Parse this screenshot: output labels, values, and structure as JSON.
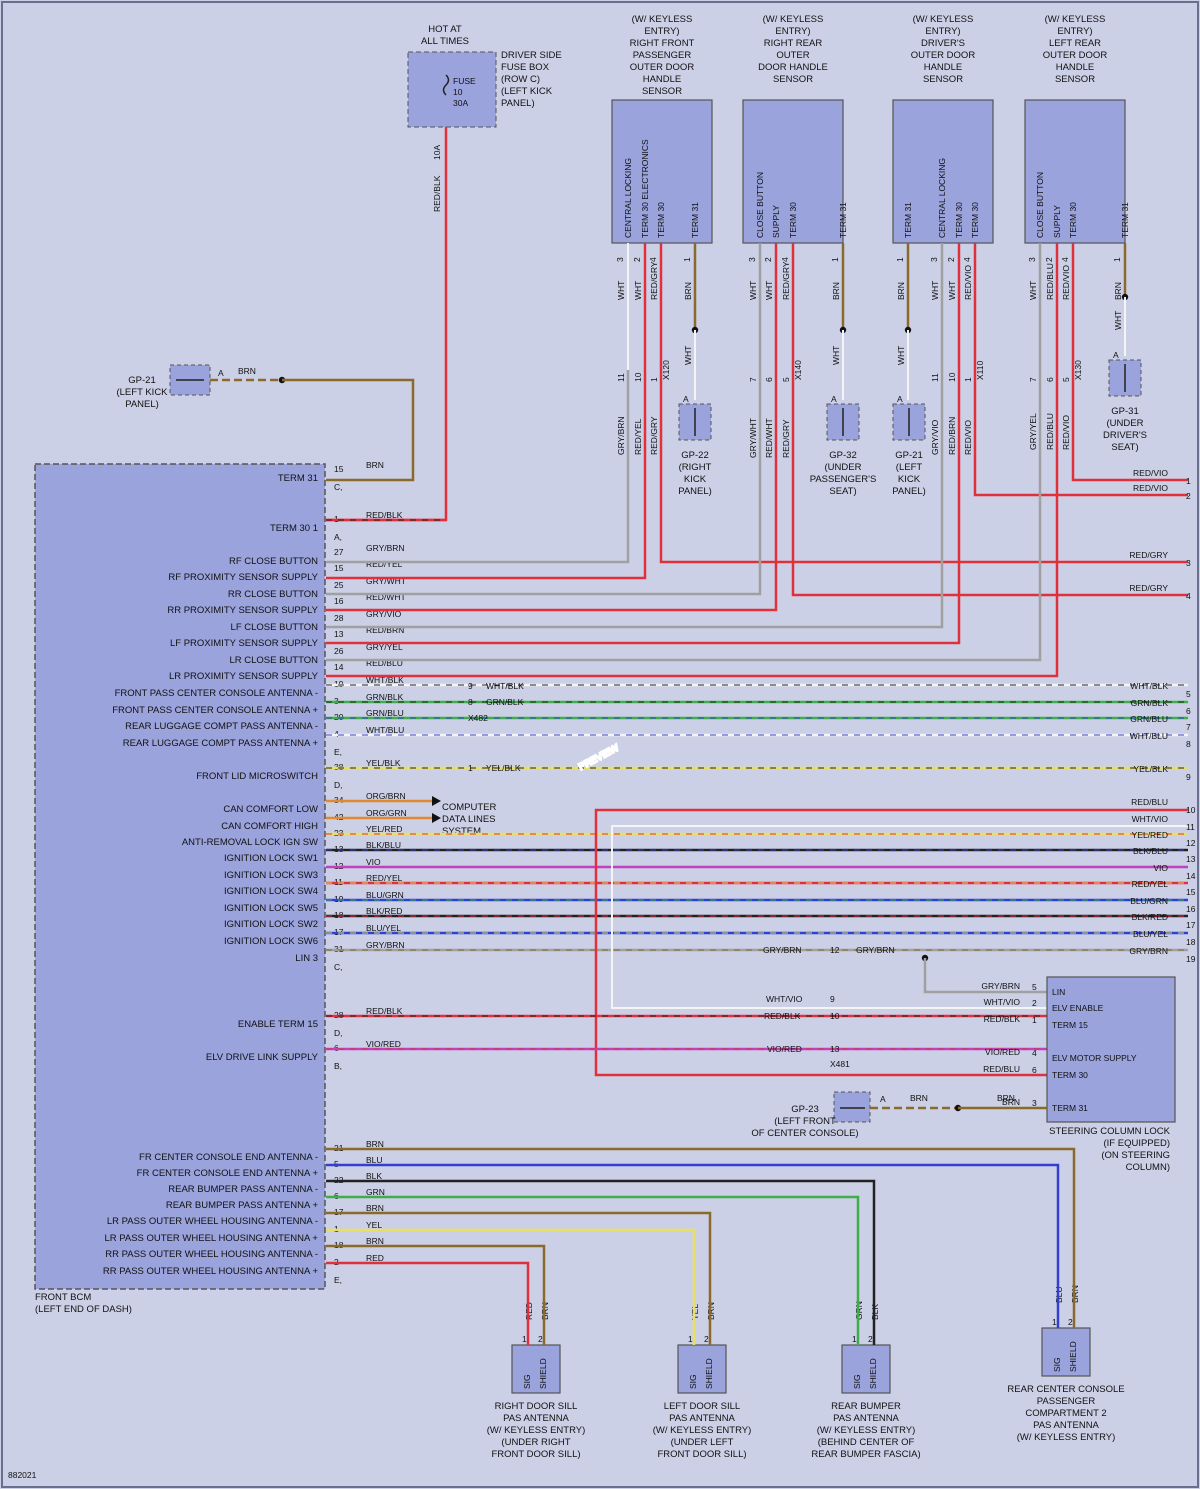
{
  "fuse": {
    "title": [
      "HOT AT",
      "ALL TIMES"
    ],
    "box_label": [
      "DRIVER SIDE",
      "FUSE BOX",
      "(ROW C)",
      "(LEFT KICK",
      "PANEL)"
    ],
    "fuse_text": [
      "FUSE",
      "10",
      "30A"
    ],
    "rating": "10A",
    "wire": "RED/BLK"
  },
  "sensors": [
    {
      "title": [
        "(W/ KEYLESS",
        "ENTRY)",
        "RIGHT FRONT",
        "PASSENGER",
        "OUTER DOOR",
        "HANDLE",
        "SENSOR"
      ],
      "pins": [
        "CENTRAL LOCKING",
        "TERM 30 ELECTRONICS",
        "TERM 30",
        "TERM 31"
      ],
      "pin_nums": [
        "3",
        "2",
        "4",
        "1"
      ],
      "wires": [
        "WHT",
        "WHT",
        "RED/GRY",
        "BRN"
      ],
      "conn_nums": [
        "11",
        "10",
        "1"
      ],
      "conn": "X120",
      "lower_wires": [
        "GRY/BRN",
        "RED/YEL",
        "RED/GRY"
      ],
      "ground_wire": "WHT",
      "ground": [
        "GP-22",
        "(RIGHT",
        "KICK",
        "PANEL)"
      ]
    },
    {
      "title": [
        "(W/ KEYLESS",
        "ENTRY)",
        "RIGHT REAR",
        "OUTER",
        "DOOR HANDLE",
        "SENSOR"
      ],
      "pins": [
        "CLOSE BUTTON",
        "SUPPLY",
        "TERM 30",
        "TERM 31"
      ],
      "pin_nums": [
        "3",
        "2",
        "4",
        "1"
      ],
      "wires": [
        "WHT",
        "WHT",
        "RED/GRY",
        "BRN"
      ],
      "conn_nums": [
        "7",
        "6",
        "5"
      ],
      "conn": "X140",
      "lower_wires": [
        "GRY/WHT",
        "RED/WHT",
        "RED/GRY"
      ],
      "ground_wire": "WHT",
      "ground": [
        "GP-32",
        "(UNDER",
        "PASSENGER'S",
        "SEAT)"
      ]
    },
    {
      "title": [
        "(W/ KEYLESS",
        "ENTRY)",
        "DRIVER'S",
        "OUTER DOOR",
        "HANDLE",
        "SENSOR"
      ],
      "pins": [
        "TERM 31",
        "CENTRAL LOCKING",
        "TERM 30",
        "TERM 30"
      ],
      "pin_nums": [
        "1",
        "3",
        "2",
        "4"
      ],
      "wires": [
        "BRN",
        "WHT",
        "WHT",
        "RED/VIO"
      ],
      "conn_nums": [
        "11",
        "10",
        "1"
      ],
      "conn": "X110",
      "lower_wires": [
        "GRY/VIO",
        "RED/BRN",
        "RED/VIO"
      ],
      "ground_wire": "WHT",
      "ground": [
        "GP-21",
        "(LEFT",
        "KICK",
        "PANEL)"
      ]
    },
    {
      "title": [
        "(W/ KEYLESS",
        "ENTRY)",
        "LEFT REAR",
        "OUTER DOOR",
        "HANDLE",
        "SENSOR"
      ],
      "pins": [
        "CLOSE BUTTON",
        "SUPPLY",
        "TERM 30",
        "TERM 31"
      ],
      "pin_nums": [
        "3",
        "2",
        "4",
        "1"
      ],
      "wires": [
        "WHT",
        "RED/BLU",
        "RED/VIO",
        "BRN"
      ],
      "conn_nums": [
        "7",
        "6",
        "5"
      ],
      "conn": "X130",
      "lower_wires": [
        "GRY/YEL",
        "RED/BLU",
        "RED/VIO"
      ],
      "ground_wire": "WHT",
      "ground": [
        "GP-31",
        "(UNDER",
        "DRIVER'S",
        "SEAT)"
      ]
    }
  ],
  "gp21_top": {
    "label": [
      "GP-21",
      "(LEFT KICK",
      "PANEL)"
    ],
    "pin": "A",
    "wire": "BRN"
  },
  "bcm": {
    "label": [
      "FRONT BCM",
      "(LEFT END OF DASH)"
    ],
    "rows": [
      {
        "name": "TERM 31",
        "pin": "15",
        "wire": "BRN",
        "conn": "C"
      },
      {
        "name": "TERM 30 1",
        "pin": "1",
        "wire": "RED/BLK",
        "conn": "A"
      },
      {
        "name": "RF CLOSE BUTTON",
        "pin": "27",
        "wire": "GRY/BRN"
      },
      {
        "name": "RF PROXIMITY SENSOR SUPPLY",
        "pin": "15",
        "wire": "RED/YEL"
      },
      {
        "name": "RR CLOSE BUTTON",
        "pin": "25",
        "wire": "GRY/WHT"
      },
      {
        "name": "RR PROXIMITY SENSOR SUPPLY",
        "pin": "16",
        "wire": "RED/WHT"
      },
      {
        "name": "LF CLOSE BUTTON",
        "pin": "28",
        "wire": "GRY/VIO"
      },
      {
        "name": "LF PROXIMITY SENSOR SUPPLY",
        "pin": "13",
        "wire": "RED/BRN"
      },
      {
        "name": "LR CLOSE BUTTON",
        "pin": "26",
        "wire": "GRY/YEL"
      },
      {
        "name": "LR PROXIMITY SENSOR SUPPLY",
        "pin": "14",
        "wire": "RED/BLU"
      },
      {
        "name": "FRONT PASS CENTER CONSOLE ANTENNA -",
        "pin": "19",
        "wire": "WHT/BLK"
      },
      {
        "name": "FRONT PASS CENTER CONSOLE ANTENNA +",
        "pin": "3",
        "wire": "GRN/BLK"
      },
      {
        "name": "REAR LUGGAGE COMPT PASS ANTENNA -",
        "pin": "20",
        "wire": "GRN/BLU"
      },
      {
        "name": "REAR LUGGAGE COMPT PASS ANTENNA +",
        "pin": "4",
        "wire": "WHT/BLU",
        "conn": "E"
      },
      {
        "name": "FRONT LID MICROSWITCH",
        "pin": "38",
        "wire": "YEL/BLK",
        "conn": "D"
      },
      {
        "name": "CAN COMFORT LOW",
        "pin": "34",
        "wire": "ORG/BRN"
      },
      {
        "name": "CAN COMFORT HIGH",
        "pin": "42",
        "wire": "ORG/GRN"
      },
      {
        "name": "ANTI-REMOVAL LOCK IGN SW",
        "pin": "23",
        "wire": "YEL/RED"
      },
      {
        "name": "IGNITION LOCK SW1",
        "pin": "13",
        "wire": "BLK/BLU"
      },
      {
        "name": "IGNITION LOCK SW3",
        "pin": "12",
        "wire": "VIO"
      },
      {
        "name": "IGNITION LOCK SW4",
        "pin": "11",
        "wire": "RED/YEL"
      },
      {
        "name": "IGNITION LOCK SW5",
        "pin": "19",
        "wire": "BLU/GRN"
      },
      {
        "name": "IGNITION LOCK SW2",
        "pin": "18",
        "wire": "BLK/RED"
      },
      {
        "name": "IGNITION LOCK SW6",
        "pin": "17",
        "wire": "BLU/YEL"
      },
      {
        "name": "LIN 3",
        "pin": "31",
        "wire": "GRY/BRN",
        "conn": "C"
      },
      {
        "name": "ENABLE TERM 15",
        "pin": "28",
        "wire": "RED/BLK",
        "conn": "D"
      },
      {
        "name": "ELV DRIVE LINK SUPPLY",
        "pin": "6",
        "wire": "VIO/RED",
        "conn": "B"
      },
      {
        "name": "FR CENTER CONSOLE END ANTENNA -",
        "pin": "21",
        "wire": "BRN"
      },
      {
        "name": "FR CENTER CONSOLE END ANTENNA +",
        "pin": "5",
        "wire": "BLU"
      },
      {
        "name": "REAR BUMPER PASS ANTENNA -",
        "pin": "22",
        "wire": "BLK"
      },
      {
        "name": "REAR BUMPER PASS ANTENNA +",
        "pin": "6",
        "wire": "GRN"
      },
      {
        "name": "LR PASS OUTER WHEEL HOUSING ANTENNA -",
        "pin": "17",
        "wire": "BRN"
      },
      {
        "name": "LR PASS OUTER WHEEL HOUSING ANTENNA +",
        "pin": "1",
        "wire": "YEL"
      },
      {
        "name": "RR PASS OUTER WHEEL HOUSING ANTENNA -",
        "pin": "18",
        "wire": "BRN"
      },
      {
        "name": "RR PASS OUTER WHEEL HOUSING ANTENNA +",
        "pin": "2",
        "wire": "RED",
        "conn": "E"
      }
    ]
  },
  "x482": {
    "pins": [
      "9",
      "8"
    ],
    "wires": [
      "WHT/BLK",
      "GRN/BLK"
    ],
    "label": "X482"
  },
  "front_lid": {
    "pin": "1",
    "wire": "YEL/BLK"
  },
  "can": [
    "COMPUTER",
    "DATA LINES",
    "SYSTEM"
  ],
  "right_edge": [
    {
      "num": "1",
      "wire": "RED/VIO"
    },
    {
      "num": "2",
      "wire": "RED/VIO"
    },
    {
      "num": "3",
      "wire": "RED/GRY"
    },
    {
      "num": "4",
      "wire": "RED/GRY"
    },
    {
      "num": "5",
      "wire": "WHT/BLK"
    },
    {
      "num": "6",
      "wire": "GRN/BLK"
    },
    {
      "num": "7",
      "wire": "GRN/BLU"
    },
    {
      "num": "8",
      "wire": "WHT/BLU"
    },
    {
      "num": "9",
      "wire": "YEL/BLK"
    },
    {
      "num": "10",
      "wire": "RED/BLU"
    },
    {
      "num": "11",
      "wire": "WHT/VIO"
    },
    {
      "num": "12",
      "wire": "YEL/RED"
    },
    {
      "num": "13",
      "wire": "BLK/BLU"
    },
    {
      "num": "14",
      "wire": "VIO"
    },
    {
      "num": "15",
      "wire": "RED/YEL"
    },
    {
      "num": "16",
      "wire": "BLU/GRN"
    },
    {
      "num": "17",
      "wire": "BLK/RED"
    },
    {
      "num": "18",
      "wire": "BLU/YEL"
    },
    {
      "num": "19",
      "wire": "GRY/BRN"
    }
  ],
  "x481": {
    "label": "X481",
    "pins": [
      "12",
      "9",
      "10",
      "13"
    ],
    "left_wires": [
      "GRY/BRN",
      "WHT/VIO",
      "RED/BLK",
      "VIO/RED"
    ],
    "right_wire": "GRY/BRN"
  },
  "steering_lock": {
    "pins": [
      "LIN",
      "ELV ENABLE",
      "TERM 15",
      "ELV MOTOR SUPPLY",
      "TERM 30",
      "TERM 31"
    ],
    "pin_nums": [
      "5",
      "2",
      "1",
      "4",
      "6",
      "3"
    ],
    "wires": [
      "GRY/BRN",
      "WHT/VIO",
      "RED/BLK",
      "VIO/RED",
      "RED/BLU",
      "BRN"
    ],
    "label": [
      "STEERING COLUMN LOCK",
      "(IF EQUIPPED)",
      "(ON STEERING",
      "COLUMN)"
    ]
  },
  "gp23": {
    "label": [
      "GP-23",
      "(LEFT FRONT",
      "OF CENTER CONSOLE)"
    ],
    "pin": "A",
    "wire": "BRN"
  },
  "antennas": [
    {
      "wires": [
        "RED",
        "BRN"
      ],
      "pins": [
        "SIG",
        "SHIELD"
      ],
      "nums": [
        "1",
        "2"
      ],
      "label": [
        "RIGHT DOOR SILL",
        "PAS ANTENNA",
        "(W/ KEYLESS ENTRY)",
        "(UNDER RIGHT",
        "FRONT DOOR SILL)"
      ]
    },
    {
      "wires": [
        "YEL",
        "BRN"
      ],
      "pins": [
        "SIG",
        "SHIELD"
      ],
      "nums": [
        "1",
        "2"
      ],
      "label": [
        "LEFT DOOR SILL",
        "PAS ANTENNA",
        "(W/ KEYLESS ENTRY)",
        "(UNDER LEFT",
        "FRONT DOOR SILL)"
      ]
    },
    {
      "wires": [
        "GRN",
        "BLK"
      ],
      "pins": [
        "SIG",
        "SHIELD"
      ],
      "nums": [
        "1",
        "2"
      ],
      "label": [
        "REAR BUMPER",
        "PAS ANTENNA",
        "(W/ KEYLESS ENTRY)",
        "(BEHIND CENTER OF",
        "REAR BUMPER FASCIA)"
      ]
    },
    {
      "wires": [
        "BLU",
        "BRN"
      ],
      "pins": [
        "SIG",
        "SHIELD"
      ],
      "nums": [
        "1",
        "2"
      ],
      "label": [
        "REAR CENTER CONSOLE",
        "PASSENGER",
        "COMPARTMENT 2",
        "PAS ANTENNA",
        "(W/ KEYLESS ENTRY)"
      ]
    }
  ],
  "footer_id": "882021",
  "watermark": "PREVIEW",
  "colors": {
    "bg": "#ccd0e6",
    "box": "#9aa3dc",
    "red": "#e0303c",
    "brown": "#8a6a2a",
    "gray": "#a0a0a0",
    "green": "#3fae4a",
    "blue": "#3040d0",
    "yellow": "#e8e060",
    "violet": "#c040c0",
    "blk": "#222222"
  }
}
